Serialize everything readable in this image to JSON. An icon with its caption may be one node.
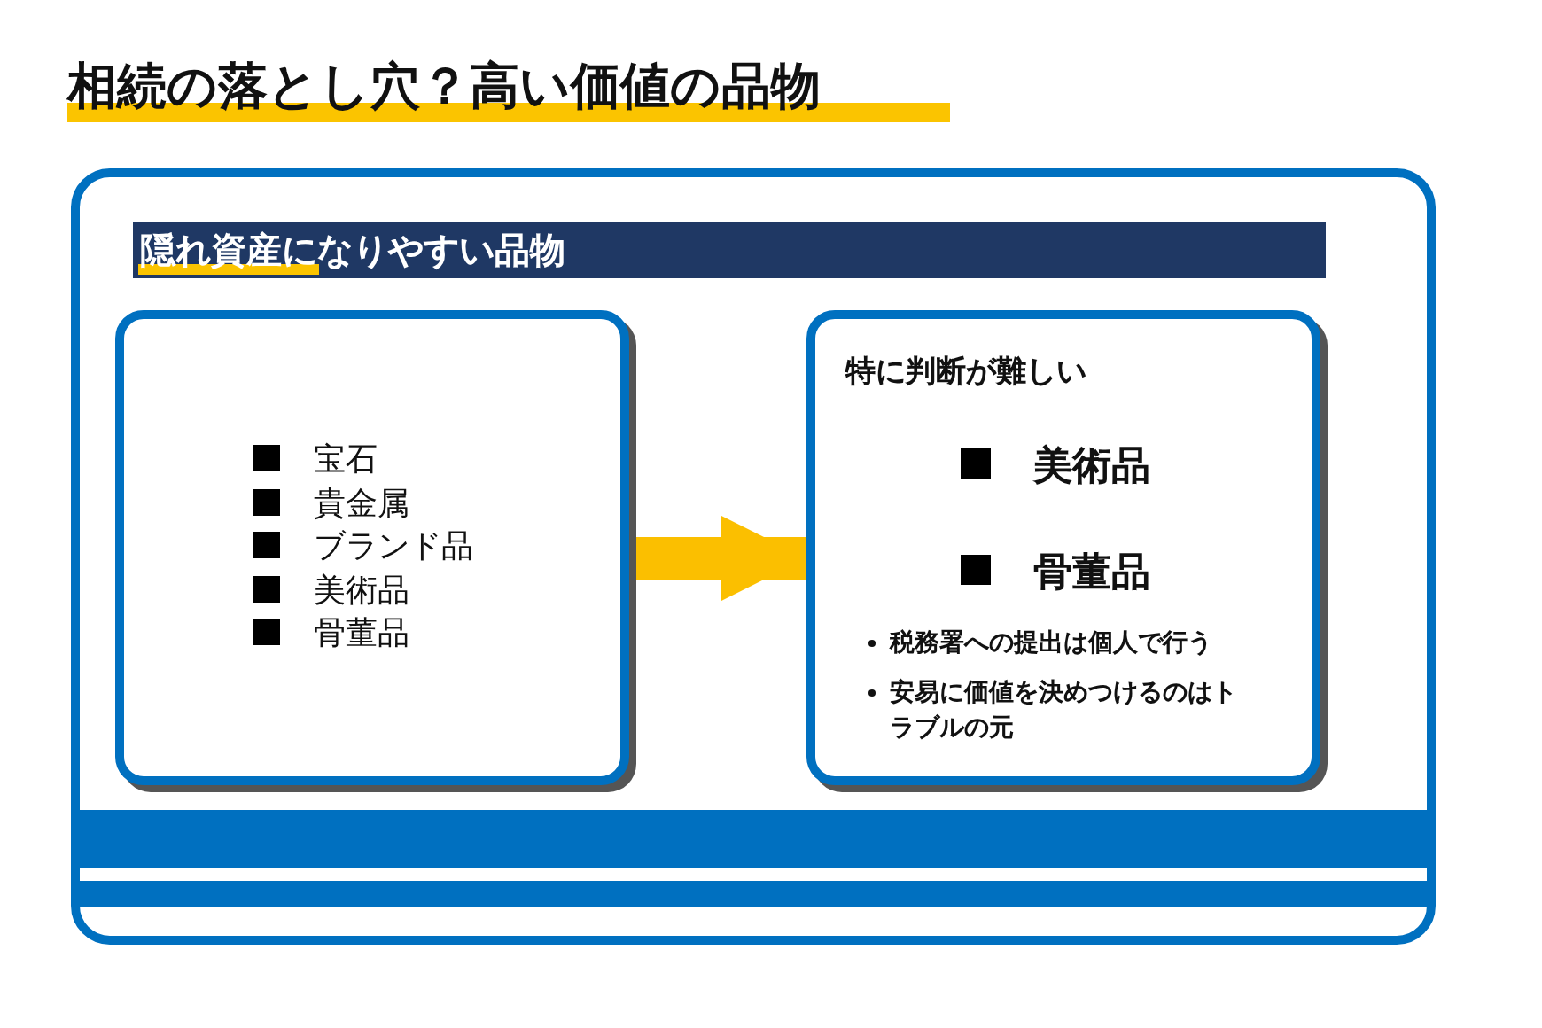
{
  "diagram": {
    "title": "相続の落とし穴？高い価値の品物",
    "nodes": [
      {
        "text": [],
        "shape": "box"
      },
      {
        "text": [
          "隠れ資産になりやすい品物"
        ],
        "in": 0
      },
      {
        "text": [
          "宝石",
          "貴金属",
          "ブランド品",
          "美術品",
          "骨董品"
        ],
        "in": 0
      },
      {
        "text": [
          "特に判断が難しい",
          "美術品",
          "骨董品",
          "税務署への提出は個人で行う",
          "安易に価値を決めつけるのはトラブルの元"
        ],
        "in": 0
      }
    ],
    "edges": [
      {
        "from": 2,
        "to": 3,
        "arrow": "to",
        "color": "#fbbf00"
      }
    ]
  }
}
